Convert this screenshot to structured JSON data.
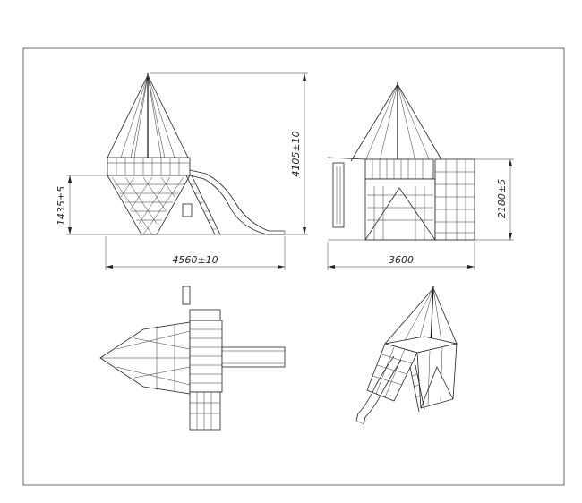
{
  "drawing": {
    "views": {
      "front": {
        "width_dim": "4560±10",
        "height_dim": "4105±10",
        "platform_dim": "1435±5"
      },
      "side": {
        "width_dim": "3600",
        "height_dim": "2180±5"
      },
      "top": {},
      "isometric": {}
    }
  }
}
